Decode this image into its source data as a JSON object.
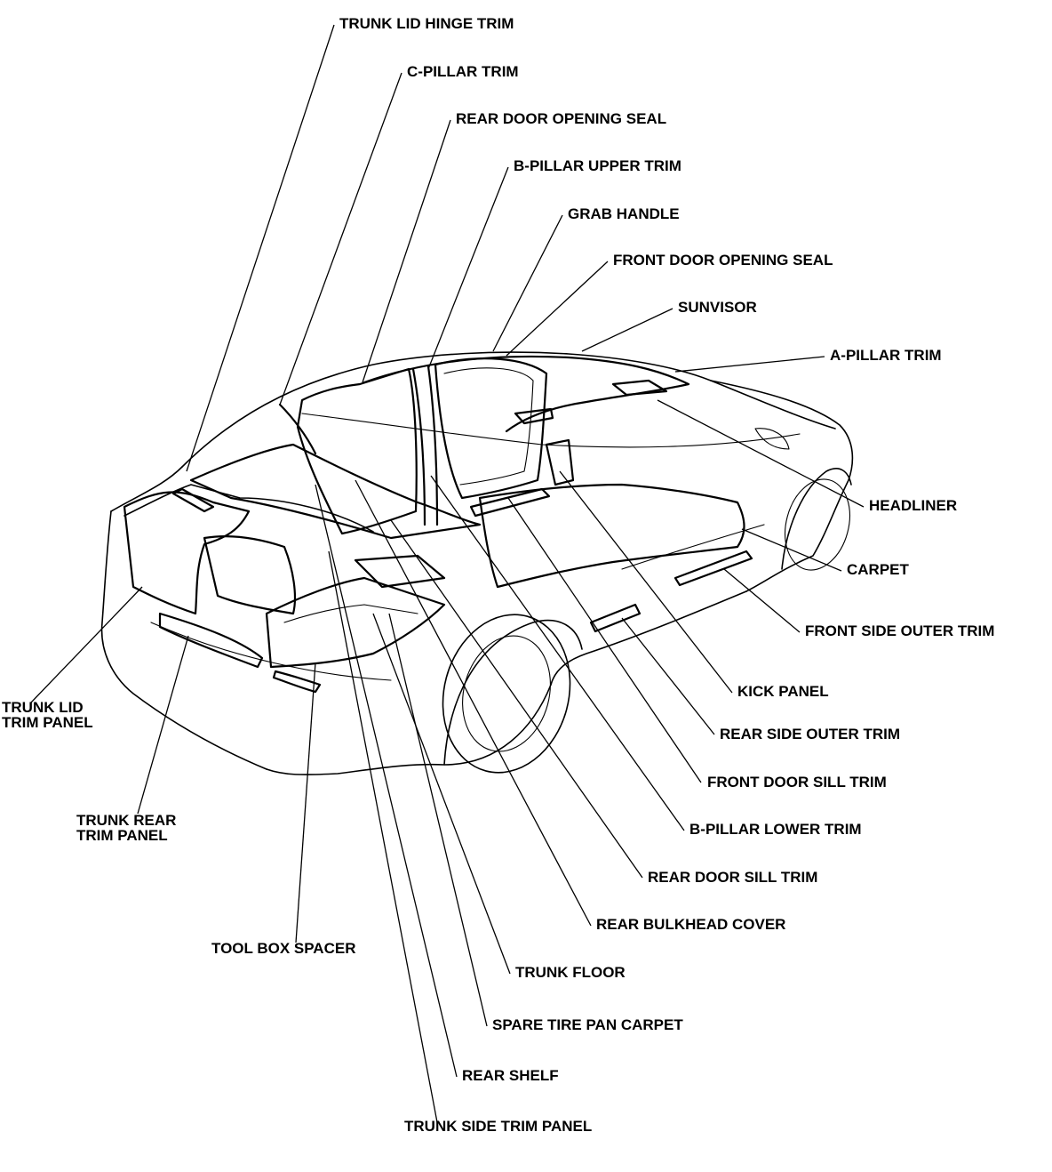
{
  "labels": {
    "trunk_lid_hinge_trim": "TRUNK LID HINGE TRIM",
    "c_pillar_trim": "C-PILLAR TRIM",
    "rear_door_opening_seal": "REAR DOOR OPENING SEAL",
    "b_pillar_upper_trim": "B-PILLAR UPPER TRIM",
    "grab_handle": "GRAB HANDLE",
    "front_door_opening_seal": "FRONT DOOR OPENING SEAL",
    "sunvisor": "SUNVISOR",
    "a_pillar_trim": "A-PILLAR TRIM",
    "headliner": "HEADLINER",
    "carpet": "CARPET",
    "front_side_outer_trim": "FRONT SIDE OUTER TRIM",
    "kick_panel": "KICK PANEL",
    "rear_side_outer_trim": "REAR SIDE OUTER TRIM",
    "front_door_sill_trim": "FRONT DOOR SILL TRIM",
    "b_pillar_lower_trim": "B-PILLAR LOWER TRIM",
    "rear_door_sill_trim": "REAR DOOR SILL TRIM",
    "rear_bulkhead_cover": "REAR BULKHEAD COVER",
    "trunk_floor": "TRUNK FLOOR",
    "spare_tire_pan_carpet": "SPARE TIRE PAN CARPET",
    "rear_shelf": "REAR SHELF",
    "trunk_side_trim_panel": "TRUNK SIDE TRIM PANEL",
    "tool_box_spacer": "TOOL BOX SPACER",
    "trunk_rear_trim_panel": "TRUNK REAR\nTRIM PANEL",
    "trunk_lid_trim_panel": "TRUNK LID\nTRIM PANEL"
  }
}
